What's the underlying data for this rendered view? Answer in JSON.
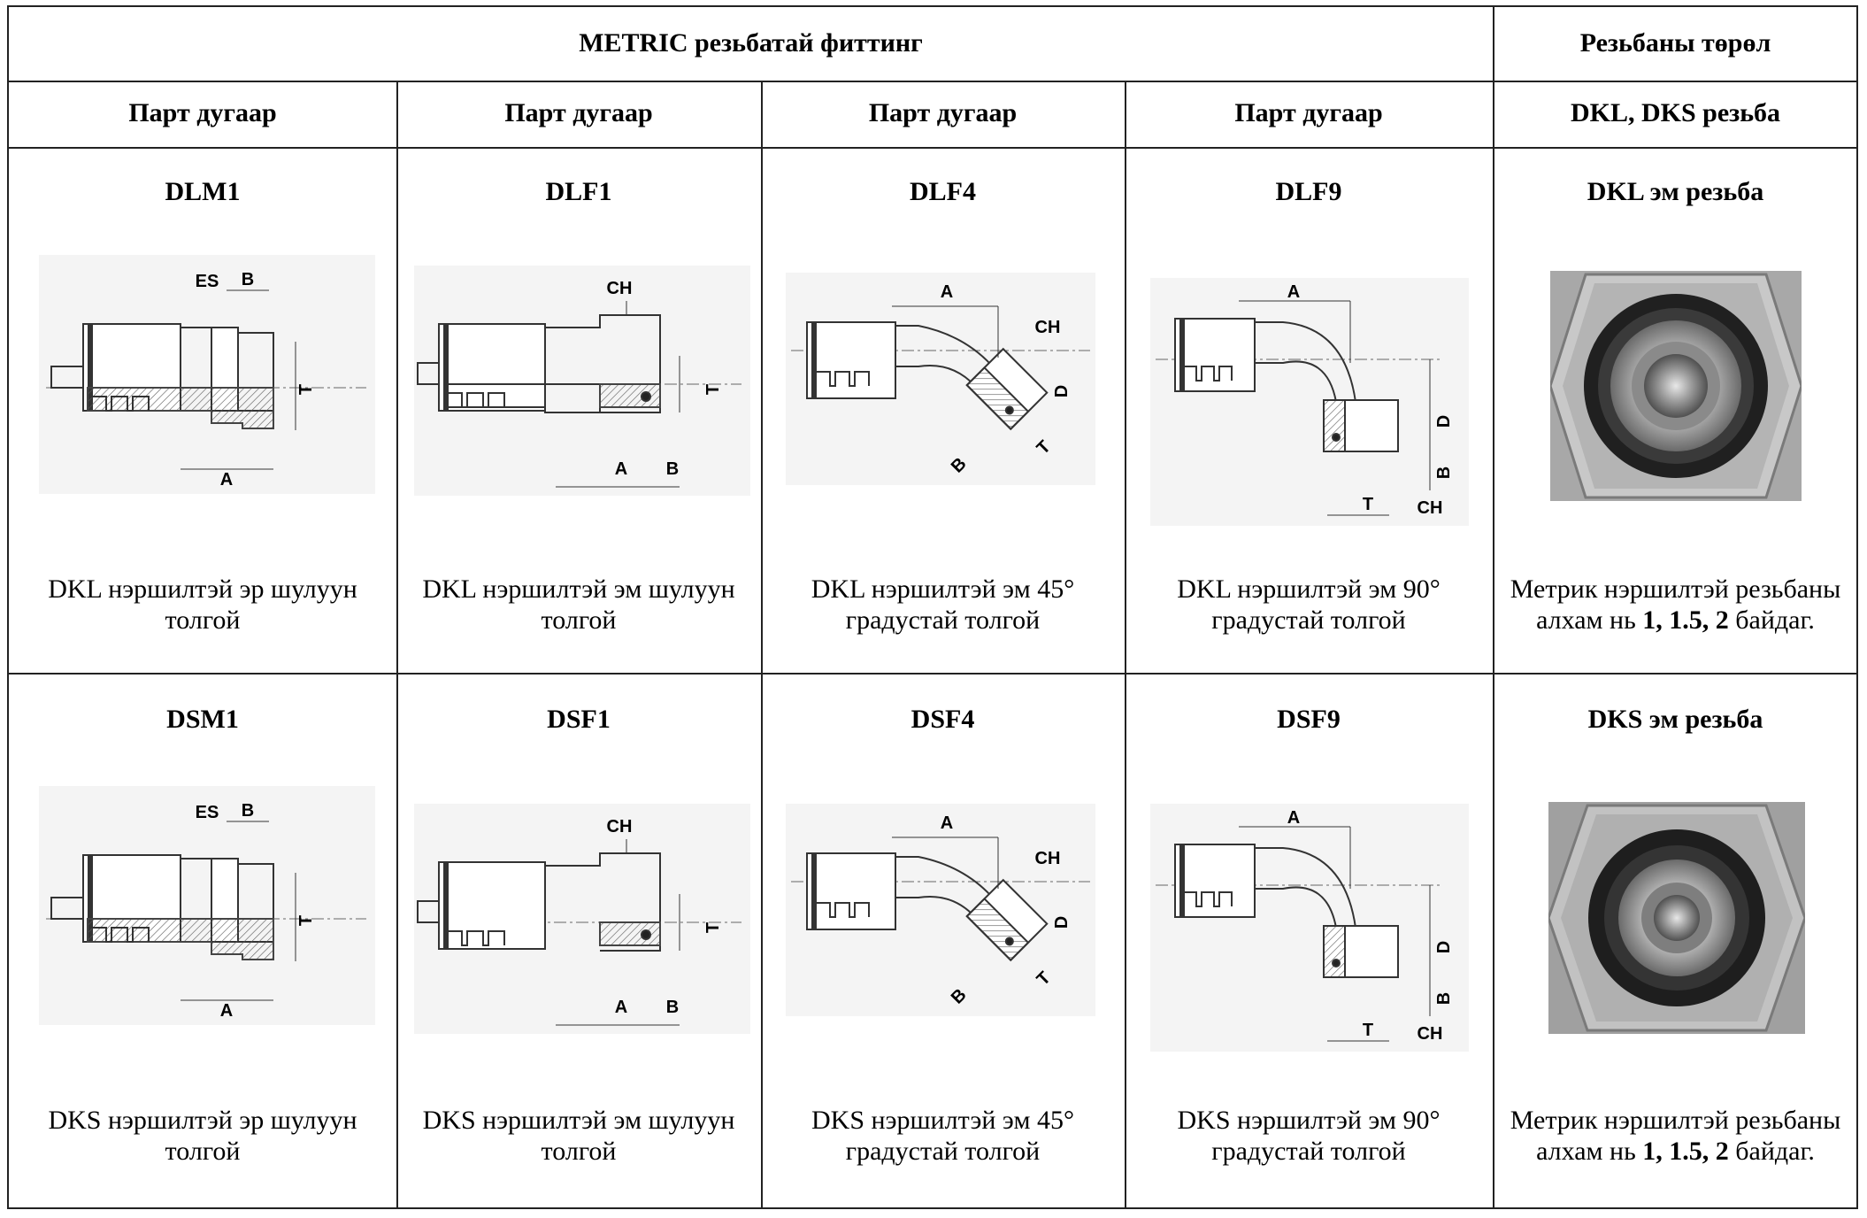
{
  "table": {
    "title": "METRIC резьбатай фиттинг",
    "thread_type_header": "Резьбаны төрөл",
    "part_number_headers": [
      "Парт дугаар",
      "Парт дугаар",
      "Парт дугаар",
      "Парт дугаар"
    ],
    "thread_subheader": "DKL, DKS резьба",
    "rows": [
      {
        "parts": [
          {
            "code": "DLM1",
            "line1": "DKL нэршилтэй эр шулуун",
            "line2": "толгой",
            "diagram": "straight-male"
          },
          {
            "code": "DLF1",
            "line1": "DKL нэршилтэй эм шулуун",
            "line2": "толгой",
            "diagram": "straight-female"
          },
          {
            "code": "DLF4",
            "line1": "DKL нэршилтэй эм 45°",
            "line2": "градустай толгой",
            "diagram": "elbow-45"
          },
          {
            "code": "DLF9",
            "line1": "DKL нэршилтэй эм 90°",
            "line2": "градустай толгой",
            "diagram": "elbow-90"
          }
        ],
        "thread": {
          "title": "DKL эм резьба",
          "line1": "Метрик нэршилтэй резьбаны",
          "line2_pre": "алхам нь ",
          "line2_bold": "1, 1.5, 2",
          "line2_post": " байдаг."
        }
      },
      {
        "parts": [
          {
            "code": "DSM1",
            "line1": "DKS нэршилтэй эр шулуун",
            "line2": "толгой",
            "diagram": "straight-male"
          },
          {
            "code": "DSF1",
            "line1": "DKS нэршилтэй эм шулуун",
            "line2": "толгой",
            "diagram": "straight-female"
          },
          {
            "code": "DSF4",
            "line1": "DKS нэршилтэй эм 45°",
            "line2": "градустай толгой",
            "diagram": "elbow-45"
          },
          {
            "code": "DSF9",
            "line1": "DKS нэршилтэй эм 90°",
            "line2": "градустай толгой",
            "diagram": "elbow-90"
          }
        ],
        "thread": {
          "title": "DKS эм резьба",
          "line1": "Метрик нэршилтэй резьбаны",
          "line2_pre": "алхам нь ",
          "line2_bold": "1, 1.5, 2",
          "line2_post": " байдаг."
        }
      }
    ],
    "dimension_labels": {
      "es": "ES",
      "a": "A",
      "b": "B",
      "t": "T",
      "ch": "CH",
      "d": "D"
    }
  }
}
